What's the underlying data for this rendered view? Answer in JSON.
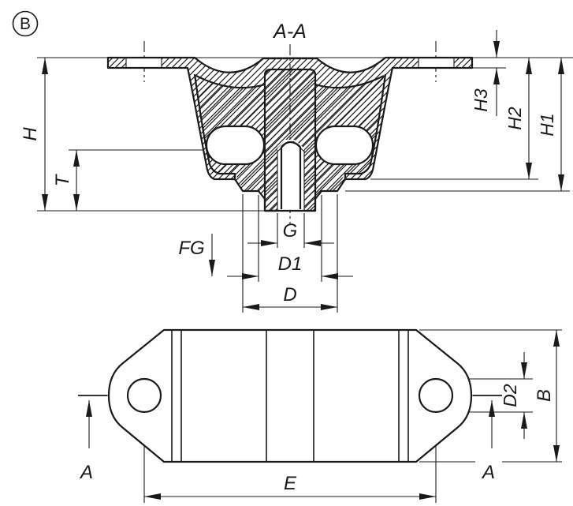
{
  "page": {
    "background": "#ffffff",
    "line_color": "#1a1a1a"
  },
  "view_badge": {
    "label": "B"
  },
  "section_view": {
    "title": "A-A",
    "force_label": "FG",
    "dim_labels": {
      "H": "H",
      "T": "T",
      "H3": "H3",
      "H2": "H2",
      "H1": "H1",
      "G": "G",
      "D1": "D1",
      "D": "D"
    }
  },
  "bottom_view": {
    "dim_labels": {
      "E": "E",
      "B": "B",
      "D2": "D2"
    },
    "section_arrows": {
      "left": "A",
      "right": "A"
    }
  }
}
